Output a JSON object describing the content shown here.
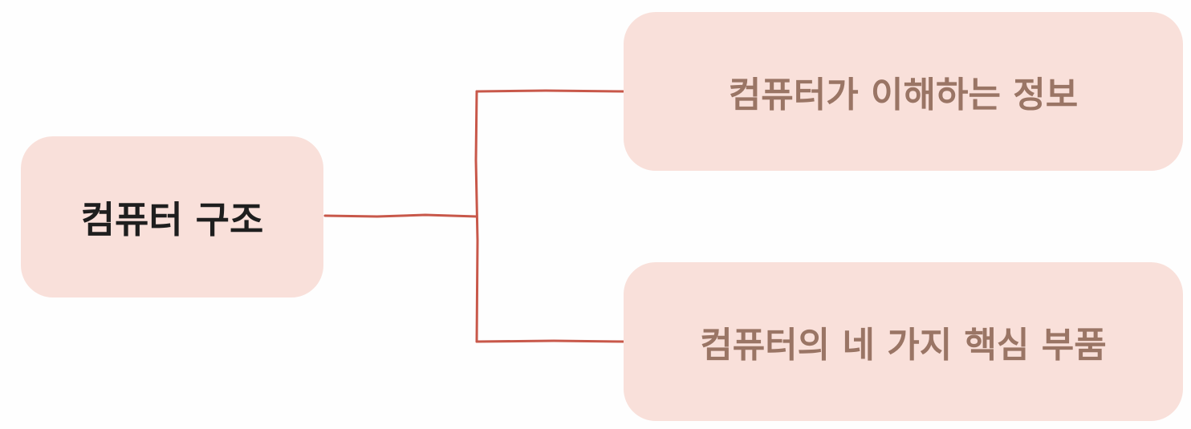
{
  "diagram": {
    "root": {
      "label": "컴퓨터 구조"
    },
    "children": [
      {
        "label": "컴퓨터가 이해하는 정보"
      },
      {
        "label": "컴퓨터의 네 가지 핵심 부품"
      }
    ],
    "colors": {
      "node_fill": "#f9e0da",
      "connector": "#c8584a",
      "root_text": "#1e1e1e",
      "child_text": "#9a7565"
    }
  }
}
